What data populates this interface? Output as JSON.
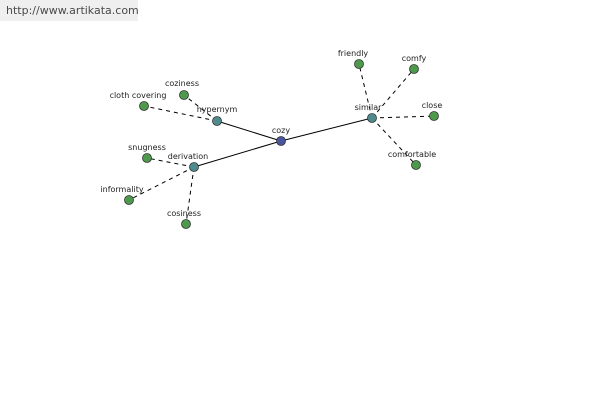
{
  "source_link": "http://www.artikata.com",
  "colors": {
    "root": "#4a55a0",
    "relation": "#4f8b8d",
    "leaf": "#4e9a4c",
    "outline": "#333333",
    "edge": "#000000"
  },
  "root": {
    "id": "cozy",
    "label": "cozy"
  },
  "relations": [
    {
      "id": "hypernym",
      "label": "hypernym"
    },
    {
      "id": "derivation",
      "label": "derivation"
    },
    {
      "id": "similar",
      "label": "similar"
    }
  ],
  "leaves": [
    {
      "id": "coziness",
      "label": "coziness",
      "parent": "hypernym"
    },
    {
      "id": "cloth-covering",
      "label": "cloth covering",
      "parent": "hypernym"
    },
    {
      "id": "snugness",
      "label": "snugness",
      "parent": "derivation"
    },
    {
      "id": "informality",
      "label": "informality",
      "parent": "derivation"
    },
    {
      "id": "cosiness",
      "label": "cosiness",
      "parent": "derivation"
    },
    {
      "id": "friendly",
      "label": "friendly",
      "parent": "similar"
    },
    {
      "id": "comfy",
      "label": "comfy",
      "parent": "similar"
    },
    {
      "id": "close",
      "label": "close",
      "parent": "similar"
    },
    {
      "id": "comfortable",
      "label": "comfortable",
      "parent": "similar"
    }
  ]
}
